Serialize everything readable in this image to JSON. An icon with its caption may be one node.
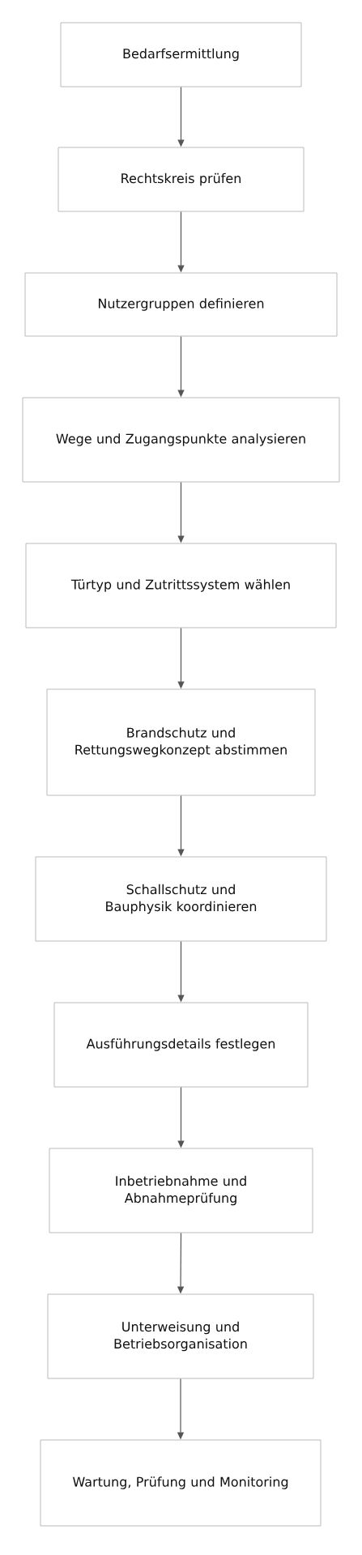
{
  "diagram": {
    "nodes": [
      {
        "text": [
          "Bedarfsermittlung"
        ]
      },
      {
        "text": [
          "Rechtskreis prüfen"
        ]
      },
      {
        "text": [
          "Nutzergruppen definieren"
        ]
      },
      {
        "text": [
          "Wege und Zugangspunkte analysieren"
        ]
      },
      {
        "text": [
          "Türtyp und Zutrittssystem wählen"
        ]
      },
      {
        "text": [
          "Brandschutz und Rettungswegkonzept abstimmen"
        ]
      },
      {
        "text": [
          "Schallschutz und Bauphysik koordinieren"
        ]
      },
      {
        "text": [
          "Ausführungsdetails festlegen"
        ]
      },
      {
        "text": [
          "Inbetriebnahme und Abnahmeprüfung"
        ]
      },
      {
        "text": [
          "Unterweisung und Betriebsorganisation"
        ]
      },
      {
        "text": [
          "Wartung, Prüfung und Monitoring"
        ]
      }
    ],
    "edges": [
      {
        "from": 0,
        "to": 1,
        "arrow": "to"
      },
      {
        "from": 1,
        "to": 2,
        "arrow": "to"
      },
      {
        "from": 2,
        "to": 3,
        "arrow": "to"
      },
      {
        "from": 3,
        "to": 4,
        "arrow": "to"
      },
      {
        "from": 4,
        "to": 5,
        "arrow": "to"
      },
      {
        "from": 5,
        "to": 6,
        "arrow": "to"
      },
      {
        "from": 6,
        "to": 7,
        "arrow": "to"
      },
      {
        "from": 7,
        "to": 8,
        "arrow": "to"
      },
      {
        "from": 8,
        "to": 9,
        "arrow": "to"
      },
      {
        "from": 9,
        "to": 10,
        "arrow": "to"
      }
    ]
  }
}
